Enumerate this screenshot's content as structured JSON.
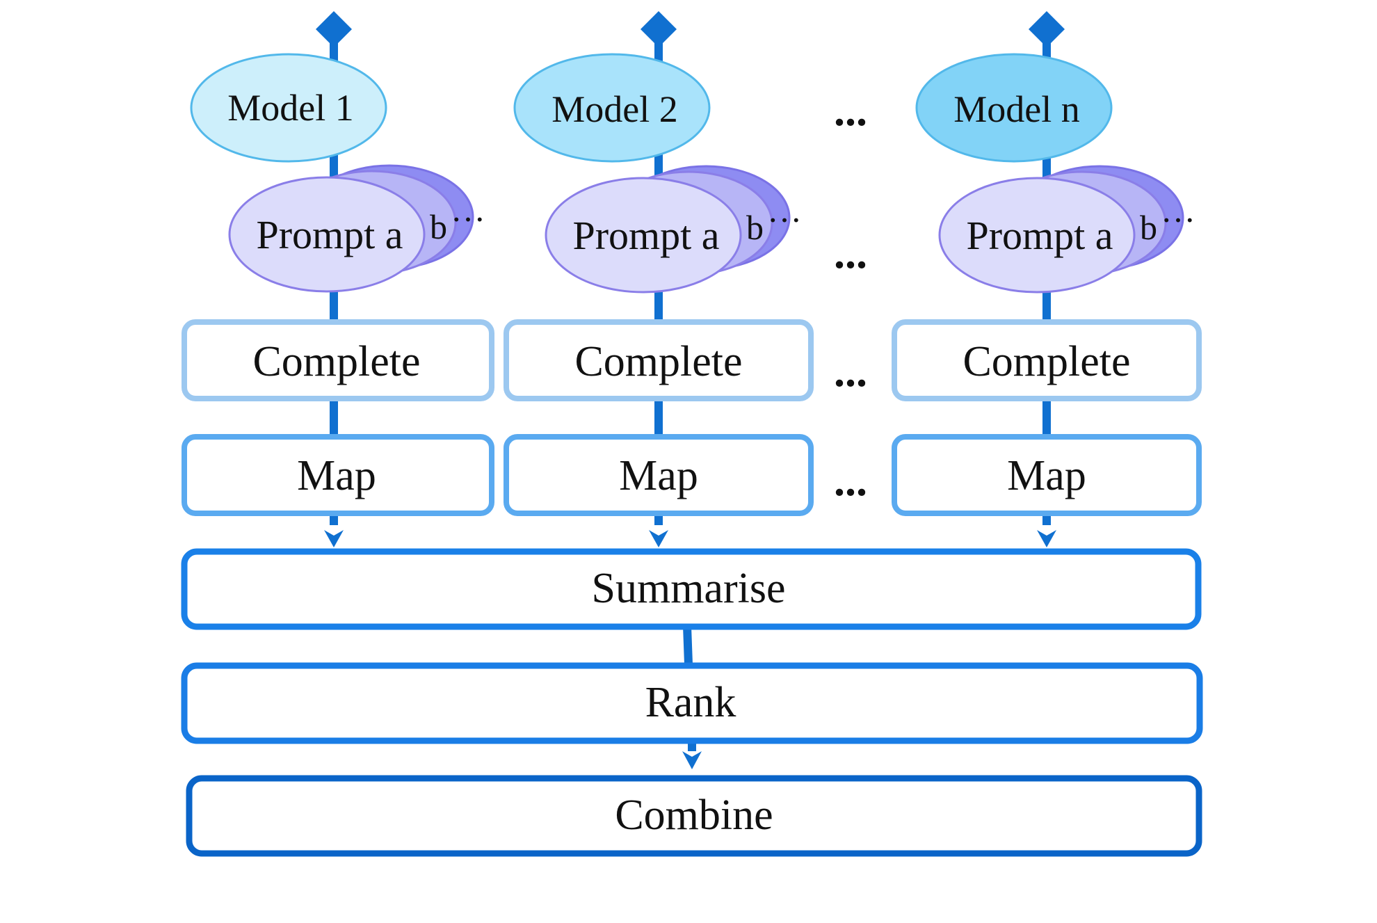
{
  "columns": [
    {
      "model": "Model 1",
      "prompt": "Prompt a",
      "prompt_b": "b",
      "prompt_more": "…",
      "complete": "Complete",
      "map": "Map",
      "model_color": "#cdeffb"
    },
    {
      "model": "Model 2",
      "prompt": "Prompt a",
      "prompt_b": "b",
      "prompt_more": "…",
      "complete": "Complete",
      "map": "Map",
      "model_color": "#a9e3fb"
    },
    {
      "model": "Model n",
      "prompt": "Prompt a",
      "prompt_b": "b",
      "prompt_more": "…",
      "complete": "Complete",
      "map": "Map",
      "model_color": "#82d3f7"
    }
  ],
  "ellipsis": "...",
  "summarise": "Summarise",
  "rank": "Rank",
  "combine": "Combine",
  "colors": {
    "line": "#1070d0",
    "model_stroke": "#52b8ea",
    "prompt_fill": "#dcdcfb",
    "prompt_stroke": "#8a7ee8",
    "prompt_back1": "#b7b5f6",
    "prompt_back2": "#8e8cf2",
    "complete_stroke": "#9cc8f0",
    "map_stroke": "#5aaaf0",
    "summarise_stroke": "#1a80e8",
    "rank_stroke": "#1a7de6",
    "combine_stroke": "#0a64c8"
  }
}
